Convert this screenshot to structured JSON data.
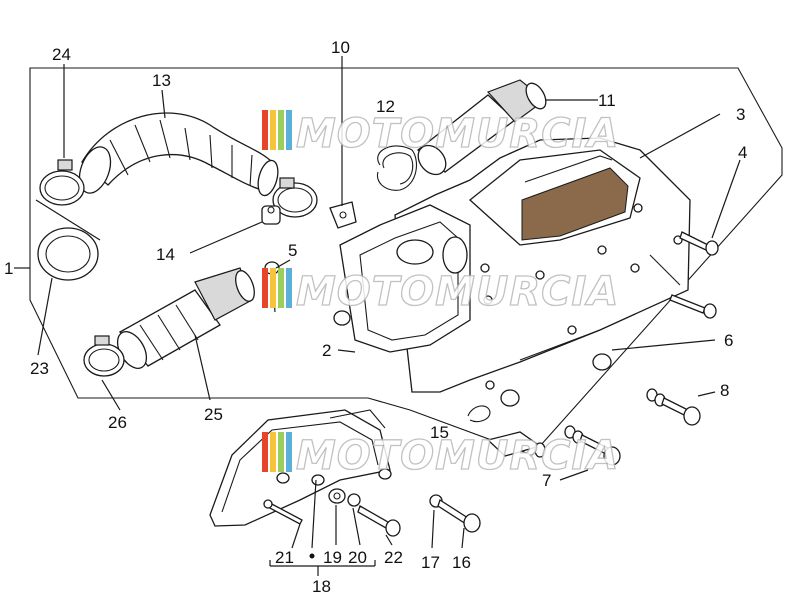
{
  "watermark": {
    "text": "MOTOMURCIA",
    "stripe_colors": [
      "#e6452c",
      "#f6c33b",
      "#9ccf5a",
      "#5ab0d8"
    ]
  },
  "callouts": {
    "p1": "1",
    "p2": "2",
    "p3": "3",
    "p4": "4",
    "p5": "5",
    "p6": "6",
    "p7": "7",
    "p8": "8",
    "p10": "10",
    "p11": "11",
    "p12": "12",
    "p13": "13",
    "p14": "14",
    "p15": "15",
    "p16": "16",
    "p17": "17",
    "p18": "18",
    "p19": "19",
    "p20": "20",
    "p21": "21",
    "p22": "22",
    "p23": "23",
    "p24": "24",
    "p25": "25",
    "p26": "26"
  }
}
